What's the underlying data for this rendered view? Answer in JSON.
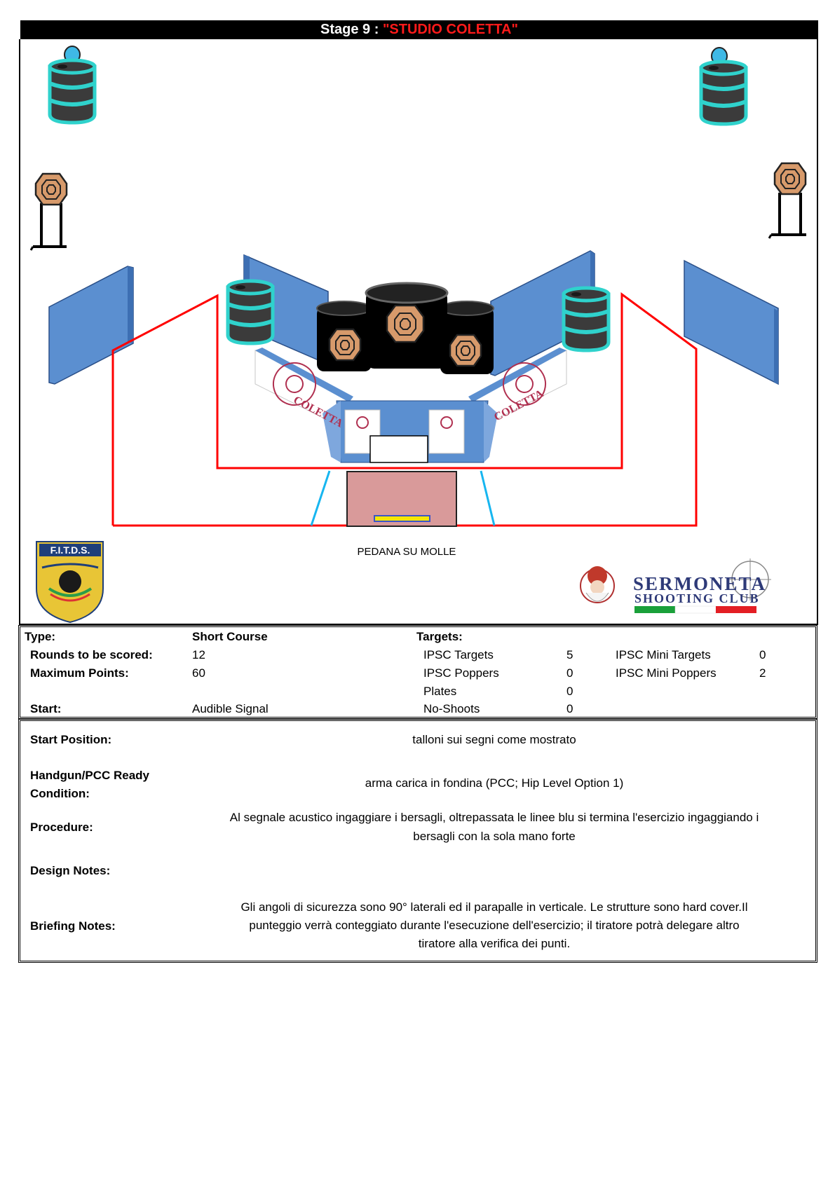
{
  "header": {
    "stage_prefix": "Stage 9 : ",
    "stage_name": "\"STUDIO COLETTA\""
  },
  "diagram": {
    "pedana_label": "PEDANA SU MOLLE",
    "logo_left_text": "F.I.T.D.S.",
    "logo_right_line1": "SERMONETA",
    "logo_right_line2": "SHOOTING CLUB",
    "sponsor_text": "COLETTA",
    "colors": {
      "wall": "#5b8fd0",
      "barrel": "#3b3b3b",
      "barrel_ring": "#2fd2cc",
      "popper_head": "#3fb9e6",
      "target": "#d79a6b",
      "fault_line": "#ff0000",
      "blue_line": "#17b6f0",
      "platform": "#d99a9a"
    }
  },
  "summary": {
    "type_label": "Type:",
    "type_value": "Short Course",
    "rounds_label": "Rounds to be scored:",
    "rounds_value": "12",
    "max_points_label": "Maximum Points:",
    "max_points_value": "60",
    "start_label": "Start:",
    "start_value": "Audible Signal",
    "targets_label": "Targets:",
    "targets_left": [
      {
        "name": "IPSC Targets",
        "count": "5"
      },
      {
        "name": "IPSC Poppers",
        "count": "0"
      },
      {
        "name": "Plates",
        "count": "0"
      },
      {
        "name": "No-Shoots",
        "count": "0"
      }
    ],
    "targets_right": [
      {
        "name": "IPSC Mini Targets",
        "count": "0"
      },
      {
        "name": "IPSC Mini Poppers",
        "count": "2"
      }
    ]
  },
  "notes": {
    "start_position_label": "Start Position:",
    "start_position_value": "talloni sui segni  come mostrato",
    "ready_label_1": "Handgun/PCC Ready",
    "ready_label_2": "Condition:",
    "ready_value": "arma carica in fondina  (PCC; Hip Level Option 1)",
    "procedure_label": "Procedure:",
    "procedure_line1": "Al segnale acustico ingaggiare i bersagli, oltrepassata le linee blu si termina l'esercizio ingaggiando i",
    "procedure_line2": "bersagli con la sola mano forte",
    "design_label": "Design Notes:",
    "design_value": "",
    "briefing_label": "Briefing Notes:",
    "briefing_line1": "Gli angoli di sicurezza sono 90° laterali ed il parapalle in verticale. Le strutture sono hard cover.Il",
    "briefing_line2": "punteggio verrà conteggiato durante l'esecuzione dell'esercizio; il tiratore potrà delegare altro",
    "briefing_line3": "tiratore alla verifica  dei punti."
  }
}
